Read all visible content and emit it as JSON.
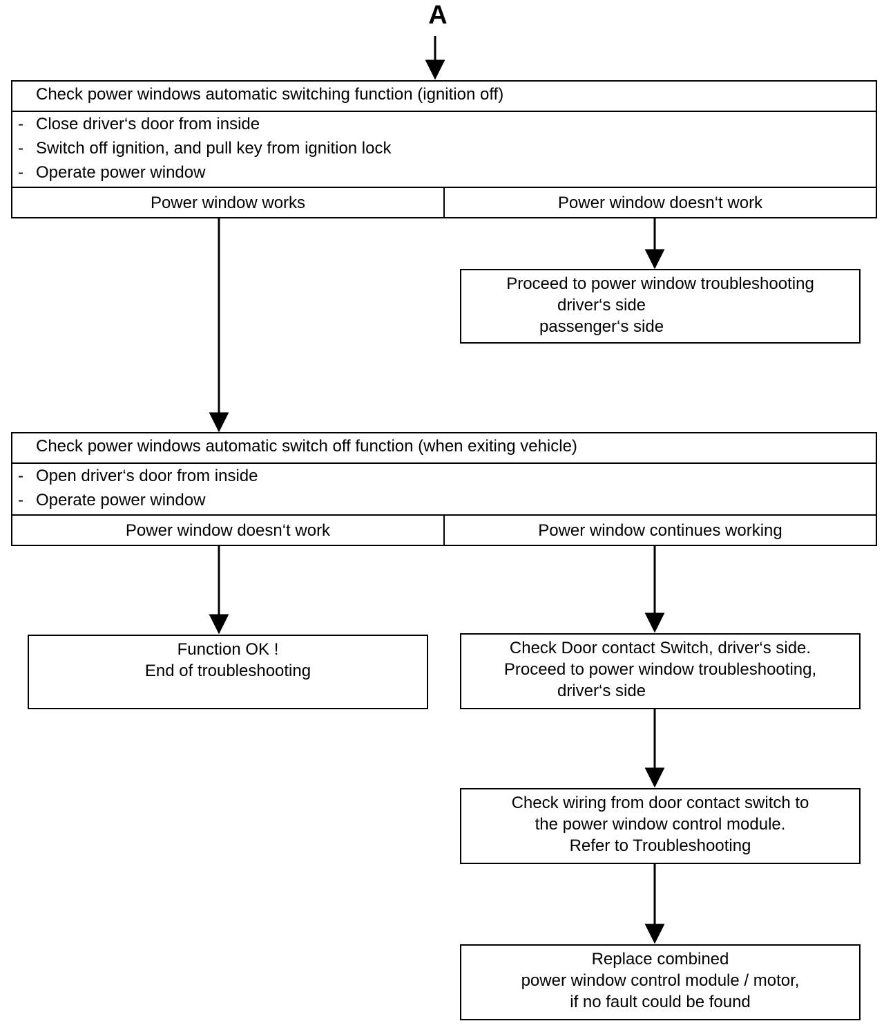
{
  "start_label": "A",
  "check1": {
    "title": "Check power windows automatic switching function (ignition off)",
    "steps": [
      {
        "bullet": "-",
        "text": "Close driver‘s door from inside"
      },
      {
        "bullet": "-",
        "text": "Switch off ignition, and pull key from ignition lock"
      },
      {
        "bullet": "-",
        "text": "Operate power window"
      }
    ],
    "outcome_left": "Power window works",
    "outcome_right": "Power window doesn‘t work"
  },
  "proceed_box": {
    "lines": [
      "Proceed to power window troubleshooting",
      "driver‘s side",
      "passenger‘s side"
    ]
  },
  "check2": {
    "title": "Check power windows automatic switch off function (when exiting vehicle)",
    "steps": [
      {
        "bullet": "-",
        "text": "Open driver‘s door from inside"
      },
      {
        "bullet": "-",
        "text": "Operate power window"
      }
    ],
    "outcome_left": "Power window doesn‘t work",
    "outcome_right": "Power window continues working"
  },
  "function_ok_box": {
    "lines": [
      "Function OK !",
      "End of troubleshooting"
    ]
  },
  "door_contact_box": {
    "lines": [
      "Check Door contact Switch, driver‘s side.",
      "Proceed to power window troubleshooting,",
      "driver‘s side"
    ]
  },
  "wiring_box": {
    "lines": [
      "Check wiring from door contact switch to",
      "the power window control module.",
      "Refer to Troubleshooting"
    ]
  },
  "replace_box": {
    "lines": [
      "Replace combined",
      "power window control module / motor,",
      "if no fault could be found"
    ]
  }
}
